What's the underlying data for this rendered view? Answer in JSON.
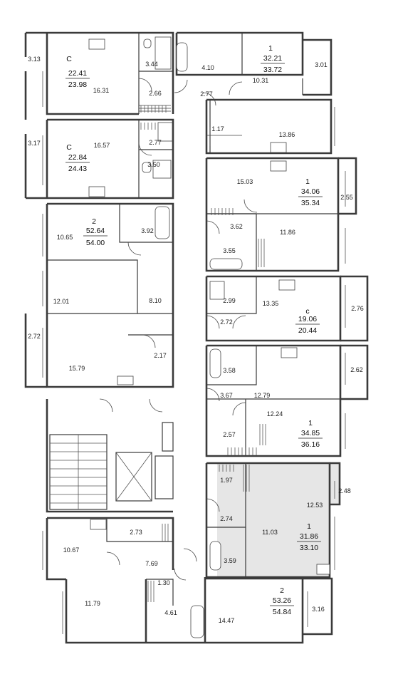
{
  "apartments": [
    {
      "id": "a1",
      "type": "C",
      "living": "22.41",
      "total": "23.98"
    },
    {
      "id": "a2",
      "type": "1",
      "living": "32.21",
      "total": "33.72"
    },
    {
      "id": "a3",
      "type": "C",
      "living": "22.84",
      "total": "24.43"
    },
    {
      "id": "a4",
      "type": "1",
      "living": "34.06",
      "total": "35.34"
    },
    {
      "id": "a5",
      "type": "2",
      "living": "52.64",
      "total": "54.00"
    },
    {
      "id": "a6",
      "type": "с",
      "living": "19.06",
      "total": "20.44"
    },
    {
      "id": "a7",
      "type": "1",
      "living": "34.85",
      "total": "36.16"
    },
    {
      "id": "a8",
      "type": "1",
      "living": "31.86",
      "total": "33.10"
    },
    {
      "id": "a9",
      "type": "2",
      "living": "53.26",
      "total": "54.84"
    }
  ],
  "rooms": [
    "3.13",
    "16.31",
    "3.44",
    "2.66",
    "4.10",
    "2.77",
    "10.31",
    "3.01",
    "3.17",
    "16.57",
    "2.77",
    "3.50",
    "1.17",
    "13.86",
    "15.03",
    "2.55",
    "3.62",
    "11.86",
    "3.55",
    "10.65",
    "3.92",
    "12.01",
    "8.10",
    "2.99",
    "13.35",
    "2.72",
    "2.76",
    "2.72",
    "15.79",
    "2.17",
    "3.58",
    "2.62",
    "3.67",
    "12.79",
    "12.24",
    "2.57",
    "1.97",
    "12.53",
    "2.48",
    "2.74",
    "11.03",
    "3.59",
    "10.67",
    "2.73",
    "7.69",
    "11.79",
    "1.30",
    "4.61",
    "14.47",
    "3.16"
  ],
  "highlight_color": "#e6e6e6"
}
